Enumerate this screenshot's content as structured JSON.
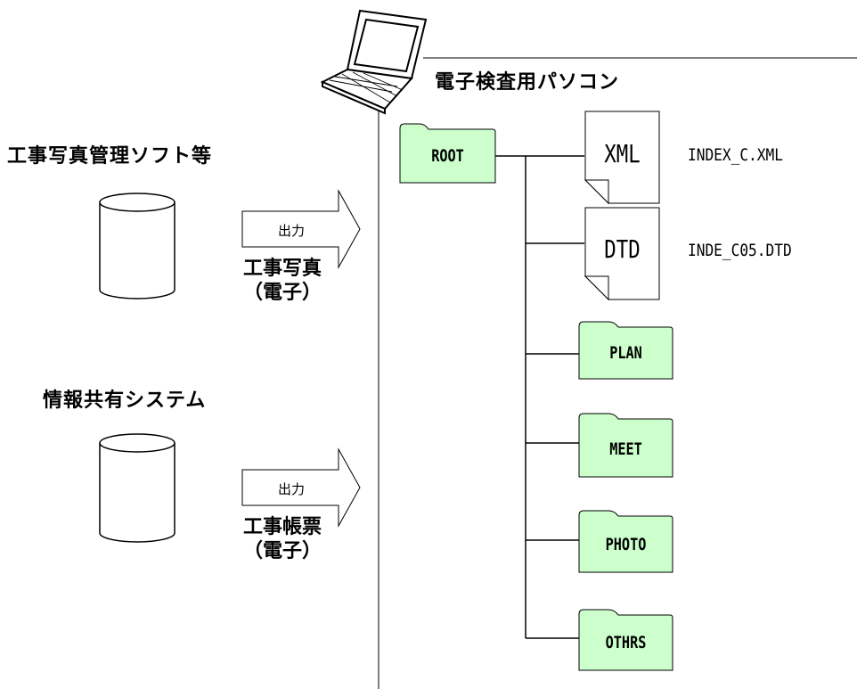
{
  "left": {
    "photo_system": {
      "title": "工事写真管理ソフト等",
      "output_label": "出力",
      "caption_line1": "工事写真",
      "caption_line2": "（電子）"
    },
    "info_system": {
      "title": "情報共有システム",
      "output_label": "出力",
      "caption_line1": "工事帳票",
      "caption_line2": "（電子）"
    }
  },
  "right": {
    "pc_title": "電子検査用パソコン",
    "root_folder": "ROOT",
    "files": [
      {
        "type": "XML",
        "name": "INDEX_C.XML"
      },
      {
        "type": "DTD",
        "name": "INDE_C05.DTD"
      }
    ],
    "folders": [
      "PLAN",
      "MEET",
      "PHOTO",
      "OTHRS"
    ]
  },
  "colors": {
    "folder_fill": "#ccffcc",
    "stroke": "#000000",
    "divider": "#555555"
  },
  "icons": [
    "laptop-icon",
    "database-icon",
    "arrow-icon",
    "folder-icon",
    "document-icon"
  ]
}
